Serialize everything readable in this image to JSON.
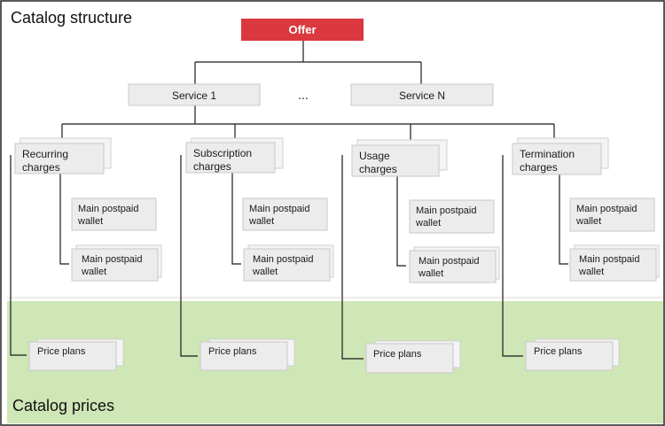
{
  "sections": {
    "structure_title": "Catalog structure",
    "prices_title": "Catalog prices"
  },
  "offer": {
    "label": "Offer"
  },
  "services": {
    "first": "Service 1",
    "ellipsis": "...",
    "last": "Service N"
  },
  "charges": [
    {
      "line1": "Recurring",
      "line2": "charges"
    },
    {
      "line1": "Subscription",
      "line2": "charges"
    },
    {
      "line1": "Usage",
      "line2": "charges"
    },
    {
      "line1": "Termination",
      "line2": "charges"
    }
  ],
  "wallet": {
    "line1": "Main postpaid",
    "line2": "wallet"
  },
  "price_plans": {
    "label": "Price plans"
  },
  "colors": {
    "offer": "#d9393f",
    "prices_band": "#cfe6b6",
    "box": "#ececec",
    "connector": "#1a1a1a"
  }
}
